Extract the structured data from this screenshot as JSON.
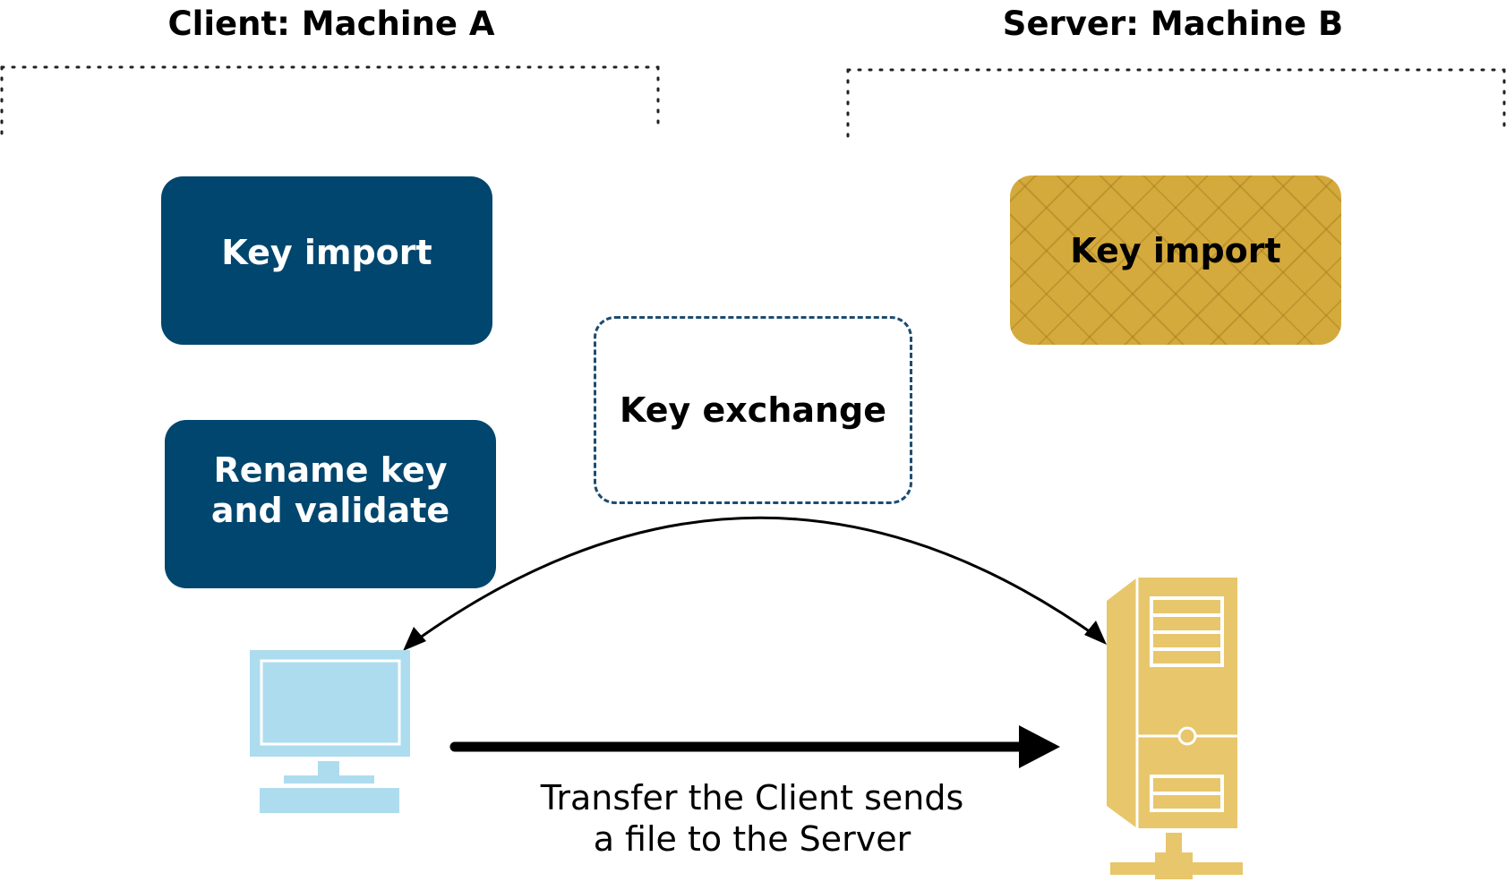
{
  "client": {
    "heading": "Client: Machine A",
    "boxes": {
      "key_import": "Key import",
      "rename_line1": "Rename key",
      "rename_line2": "and validate"
    },
    "icon": "desktop-computer-icon",
    "color": "#00466e",
    "icon_color": "#aedcef"
  },
  "server": {
    "heading": "Server: Machine B",
    "boxes": {
      "key_import": "Key import"
    },
    "icon": "server-tower-icon",
    "color": "#d5aa3c",
    "icon_color": "#e8c66b"
  },
  "exchange": {
    "label": "Key exchange",
    "border_color": "#1d4c6f"
  },
  "transfer": {
    "line1": "Transfer the Client sends",
    "line2": "a file to the Server"
  }
}
